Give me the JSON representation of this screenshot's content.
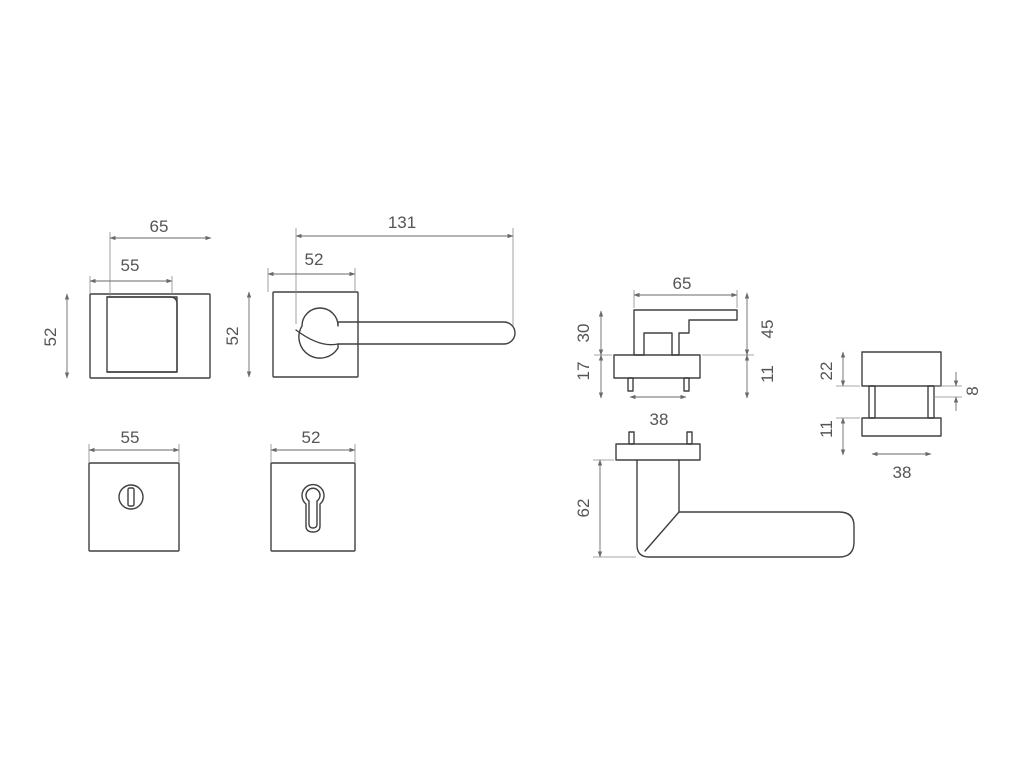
{
  "colors": {
    "line": "#404040",
    "dimension": "#6a6a6a",
    "text": "#555555",
    "background": "#ffffff"
  },
  "dimensions": {
    "knob_width": "65",
    "knob_rose": "55",
    "knob_height": "52",
    "lever_length": "131",
    "lever_rose": "52",
    "lever_height": "52",
    "wc_rose": "55",
    "cyl_rose": "52",
    "side_width": "65",
    "side_handle_h": "30",
    "side_base_h": "17",
    "side_total_h": "45",
    "side_rose_h": "11",
    "side_pins": "38",
    "bottom_drop": "62",
    "rose_top_h": "22",
    "rose_base_h": "11",
    "rose_pin_gap": "8",
    "rose_pins": "38"
  }
}
